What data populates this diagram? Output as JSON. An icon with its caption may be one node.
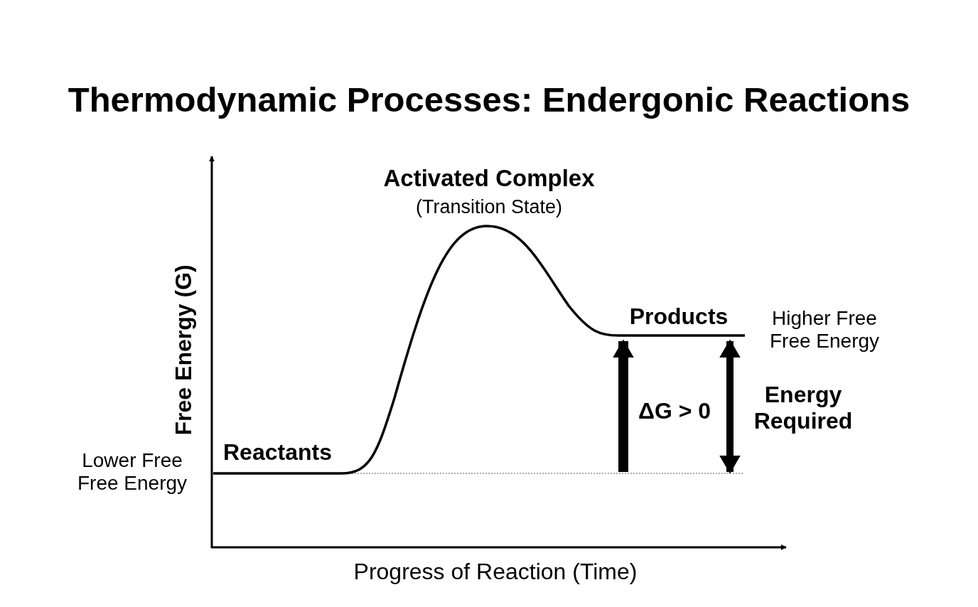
{
  "diagram": {
    "title": "Thermodynamic Processes: Endergonic Reactions",
    "labels": [
      "Activated Complex",
      "(Transition State)",
      "Products",
      "Higher Free Free Energy",
      "ΔG > 0",
      "Energy Required",
      "Reactants",
      "Lower Free Free Energy",
      "Free Energy (G)",
      "Progress of Reaction (Time)"
    ]
  }
}
